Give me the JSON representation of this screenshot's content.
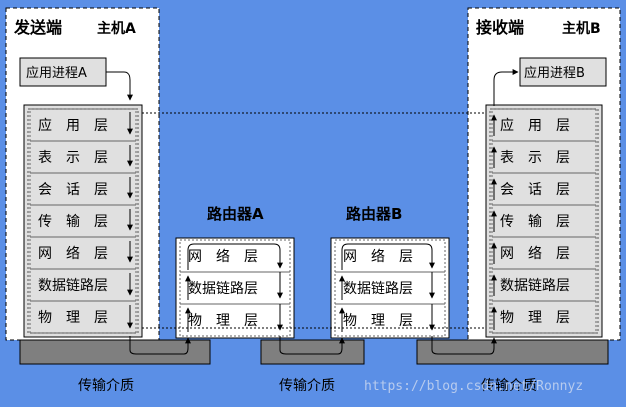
{
  "sender": {
    "title": "发送端",
    "host": "主机A",
    "process": "应用进程A",
    "layers": [
      "应　用　层",
      "表　示　层",
      "会　话　层",
      "传　输　层",
      "网　络　层",
      "数据链路层",
      "物　理　层"
    ]
  },
  "receiver": {
    "title": "接收端",
    "host": "主机B",
    "process": "应用进程B",
    "layers": [
      "应　用　层",
      "表　示　层",
      "会　话　层",
      "传　输　层",
      "网　络　层",
      "数据链路层",
      "物　理　层"
    ]
  },
  "routers": [
    {
      "title": "路由器A",
      "layers": [
        "网　络　层",
        "数据链路层",
        "物　理　层"
      ]
    },
    {
      "title": "路由器B",
      "layers": [
        "网　络　层",
        "数据链路层",
        "物　理　层"
      ]
    }
  ],
  "media": [
    "传输介质",
    "传输介质",
    "传输介质"
  ],
  "watermark": "https://blog.csdn.net/Ronnyz",
  "colors": {
    "background": "#5b8fe6",
    "layer_fill": "#e0e0e0",
    "medium_fill": "#7f7f7f",
    "box_border": "#000000"
  }
}
